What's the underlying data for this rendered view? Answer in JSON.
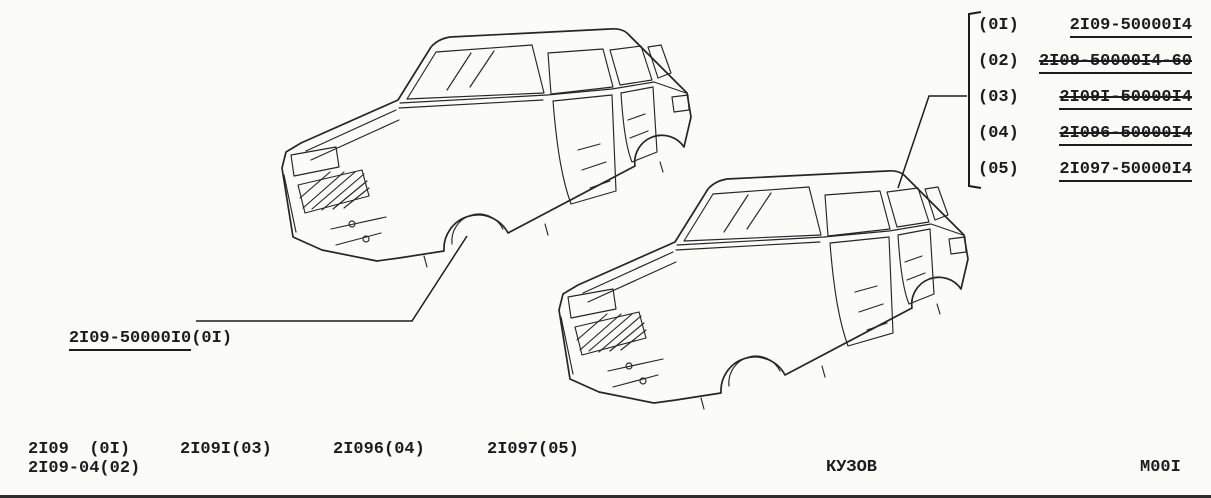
{
  "meta": {
    "ink_color": "#1c1c1c",
    "paper_color": "#fbfbf8",
    "drawing_stroke_color": "#262626"
  },
  "parts_list": {
    "rows": [
      {
        "label": "(0I)",
        "number": "2I09-50000I4",
        "struck": false
      },
      {
        "label": "(02)",
        "number": "2I09-50000I4-60",
        "struck": true
      },
      {
        "label": "(03)",
        "number": "2I09I-50000I4",
        "struck": true
      },
      {
        "label": "(04)",
        "number": "2I096-50000I4",
        "struck": true
      },
      {
        "label": "(05)",
        "number": "2I097-50000I4",
        "struck": false
      }
    ]
  },
  "callout": {
    "number": "2I09-50000I0",
    "ref": "(0I)"
  },
  "footer": {
    "variants": [
      "2I09  (0I)",
      "2I09I(03)",
      "2I096(04)",
      "2I097(05)"
    ],
    "variant2": "2I09-04(02)",
    "title": "КУЗОВ",
    "sheet": "M00I"
  }
}
